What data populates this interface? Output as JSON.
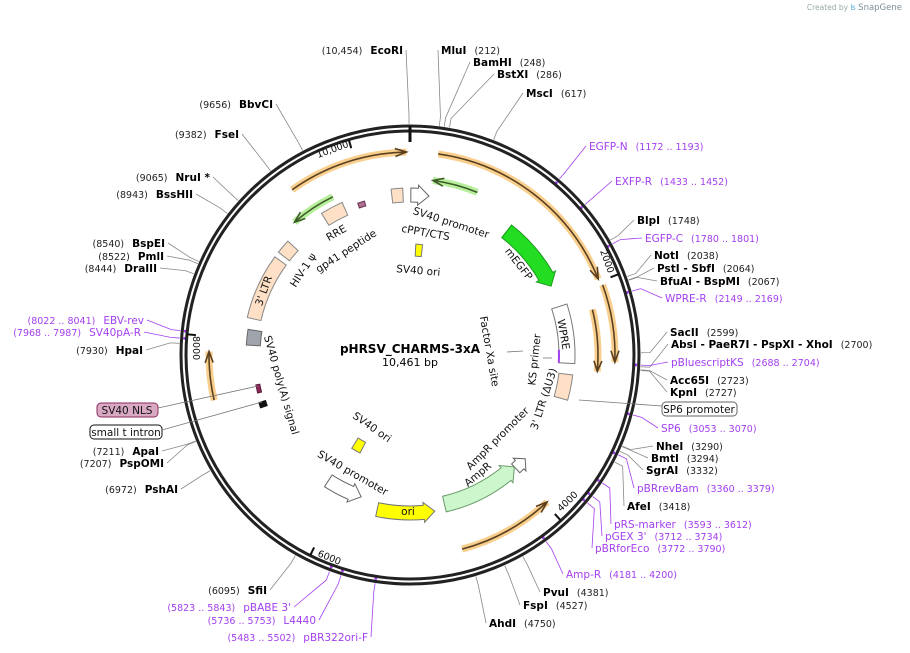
{
  "credit": {
    "prefix": "Created by",
    "brand": "SnapGene"
  },
  "map": {
    "name": "pHRSV_CHARMS-3xA",
    "length": "10,461 bp"
  },
  "ticks": [
    "10,000",
    "2000",
    "4000",
    "6000",
    "8000"
  ],
  "colors": {
    "primer": "#a33ff0",
    "orf": "#f8c77a",
    "mEGFP": "#22dd22",
    "AmpR": "#ccf7cc",
    "ori": "#ffff00",
    "ltr": "#fde0c5",
    "sv40_nls": "#d9a9c4"
  },
  "enzymes": [
    {
      "name": "EcoRI",
      "pos": "(10,454)"
    },
    {
      "name": "MluI",
      "pos": "(212)"
    },
    {
      "name": "BamHI",
      "pos": "(248)"
    },
    {
      "name": "BstXI",
      "pos": "(286)"
    },
    {
      "name": "MscI",
      "pos": "(617)"
    },
    {
      "name": "BlpI",
      "pos": "(1748)"
    },
    {
      "name": "NotI",
      "pos": "(2038)"
    },
    {
      "name": "PstI  - SbfI",
      "pos": "(2064)"
    },
    {
      "name": "BfuAI  - BspMI",
      "pos": "(2067)"
    },
    {
      "name": "SacII",
      "pos": "(2599)"
    },
    {
      "name": "AbsI  - PaeR7I  - PspXI  - XhoI",
      "pos": "(2700)"
    },
    {
      "name": "Acc65I",
      "pos": "(2723)"
    },
    {
      "name": "KpnI",
      "pos": "(2727)"
    },
    {
      "name": "NheI",
      "pos": "(3290)"
    },
    {
      "name": "BmtI",
      "pos": "(3294)"
    },
    {
      "name": "SgrAI",
      "pos": "(3332)"
    },
    {
      "name": "AfeI",
      "pos": "(3418)"
    },
    {
      "name": "PvuI",
      "pos": "(4381)"
    },
    {
      "name": "FspI",
      "pos": "(4527)"
    },
    {
      "name": "AhdI",
      "pos": "(4750)"
    },
    {
      "name": "SfiI",
      "pos": "(6095)"
    },
    {
      "name": "PshAI",
      "pos": "(6972)"
    },
    {
      "name": "PspOMI",
      "pos": "(7207)"
    },
    {
      "name": "ApaI",
      "pos": "(7211)"
    },
    {
      "name": "HpaI",
      "pos": "(7930)"
    },
    {
      "name": "DraIII",
      "pos": "(8444)"
    },
    {
      "name": "PmlI",
      "pos": "(8522)"
    },
    {
      "name": "BspEI",
      "pos": "(8540)"
    },
    {
      "name": "BssHII",
      "pos": "(8943)"
    },
    {
      "name": "NruI *",
      "pos": "(9065)"
    },
    {
      "name": "FseI",
      "pos": "(9382)"
    },
    {
      "name": "BbvCI",
      "pos": "(9656)"
    }
  ],
  "primers": [
    {
      "name": "EGFP-N",
      "range": "(1172 .. 1193)"
    },
    {
      "name": "EXFP-R",
      "range": "(1433 .. 1452)"
    },
    {
      "name": "EGFP-C",
      "range": "(1780 .. 1801)"
    },
    {
      "name": "WPRE-R",
      "range": "(2149 .. 2169)"
    },
    {
      "name": "pBluescriptKS",
      "range": "(2688 .. 2704)"
    },
    {
      "name": "SP6",
      "range": "(3053 .. 3070)"
    },
    {
      "name": "pBRrevBam",
      "range": "(3360 .. 3379)"
    },
    {
      "name": "pRS-marker",
      "range": "(3593 .. 3612)"
    },
    {
      "name": "pGEX 3'",
      "range": "(3712 .. 3734)"
    },
    {
      "name": "pBRforEco",
      "range": "(3772 .. 3790)"
    },
    {
      "name": "Amp-R",
      "range": "(4181 .. 4200)"
    },
    {
      "name": "pBABE 3'",
      "range": "(5823 .. 5843)"
    },
    {
      "name": "L4440",
      "range": "(5736 .. 5753)"
    },
    {
      "name": "pBR322ori-F",
      "range": "(5483 .. 5502)"
    },
    {
      "name": "SV40pA-R",
      "range": "(7968 .. 7987)"
    },
    {
      "name": "EBV-rev",
      "range": "(8022 .. 8041)"
    }
  ],
  "boxed_features": [
    {
      "name": "SP6 promoter"
    },
    {
      "name": "SV40 NLS"
    },
    {
      "name": "small t intron"
    }
  ],
  "features": [
    {
      "name": "SV40 promoter"
    },
    {
      "name": "cPPT/CTS"
    },
    {
      "name": "SV40 ori"
    },
    {
      "name": "mEGFP"
    },
    {
      "name": "RRE"
    },
    {
      "name": "gp41 peptide"
    },
    {
      "name": "HIV-1 ψ"
    },
    {
      "name": "3' LTR"
    },
    {
      "name": "SV40 poly(A) signal"
    },
    {
      "name": "Factor Xa site"
    },
    {
      "name": "KS primer"
    },
    {
      "name": "3' LTR (ΔU3)"
    },
    {
      "name": "WPRE"
    },
    {
      "name": "AmpR promoter"
    },
    {
      "name": "AmpR"
    },
    {
      "name": "ori"
    },
    {
      "name": "SV40 promoter"
    },
    {
      "name": "SV40 ori"
    }
  ]
}
